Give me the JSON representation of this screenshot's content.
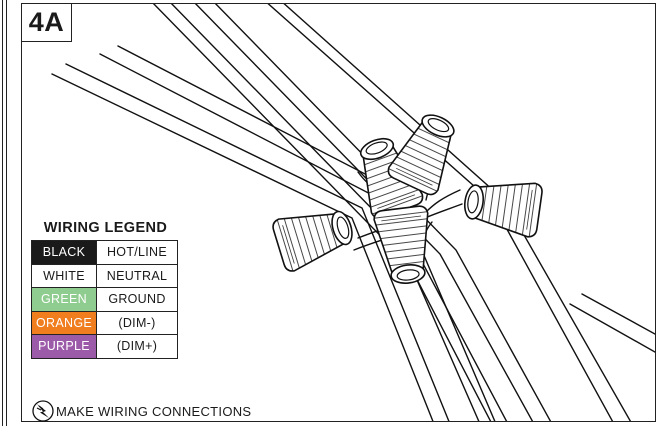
{
  "step": {
    "label": "4A"
  },
  "legend": {
    "title": "WIRING LEGEND",
    "rows": [
      {
        "color_name": "BLACK",
        "meaning": "HOT/LINE",
        "swatch": "#1a1a1a",
        "text_color": "#ffffff"
      },
      {
        "color_name": "WHITE",
        "meaning": "NEUTRAL",
        "swatch": "#ffffff",
        "text_color": "#1a1a1a"
      },
      {
        "color_name": "GREEN",
        "meaning": "GROUND",
        "swatch": "#8fcc8f",
        "text_color": "#ffffff"
      },
      {
        "color_name": "ORANGE",
        "meaning": "(DIM-)",
        "swatch": "#f07d1e",
        "text_color": "#ffffff"
      },
      {
        "color_name": "PURPLE",
        "meaning": "(DIM+)",
        "swatch": "#9b5ba8",
        "text_color": "#ffffff"
      }
    ]
  },
  "footer": {
    "icon": "wire-nut-icon",
    "caption": "MAKE WIRING CONNECTIONS"
  }
}
